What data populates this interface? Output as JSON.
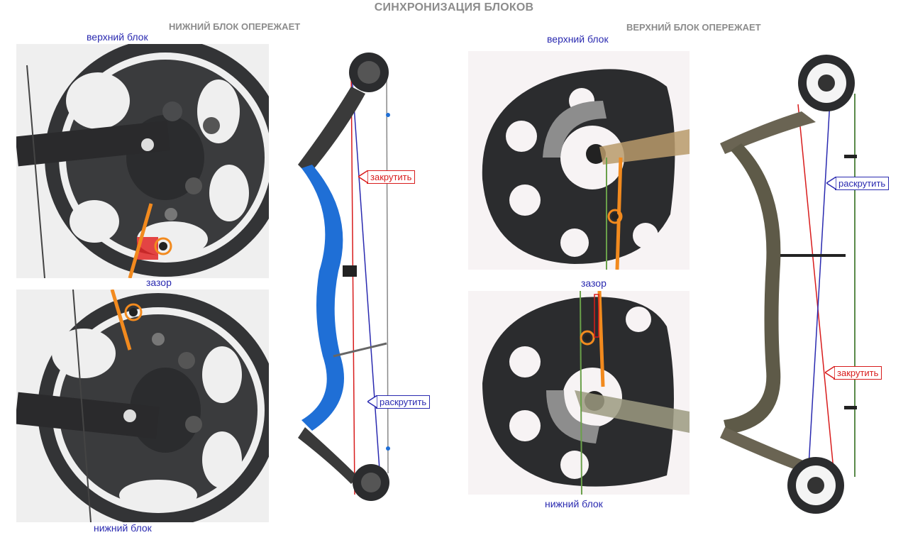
{
  "title": "СИНХРОНИЗАЦИЯ БЛОКОВ",
  "left_panel": {
    "subtitle": "НИЖНИЙ БЛОК ОПЕРЕЖАЕТ",
    "top_label": "верхний блок",
    "gap_label": "зазор",
    "bottom_label": "нижний блок",
    "callout_tighten": "закрутить",
    "callout_loosen": "раскрутить"
  },
  "right_panel": {
    "subtitle": "ВЕРХНИЙ БЛОК ОПЕРЕЖАЕТ",
    "top_label": "верхний блок",
    "gap_label": "зазор",
    "bottom_label": "нижний блок",
    "callout_loosen": "раскрутить",
    "callout_tighten": "закрутить"
  },
  "colors": {
    "red": "#d81c1c",
    "blue": "#2a2ab0",
    "orange": "#f28a1e",
    "cam_dark": "#2b2c2e",
    "riser_blue": "#1f6fd6"
  }
}
